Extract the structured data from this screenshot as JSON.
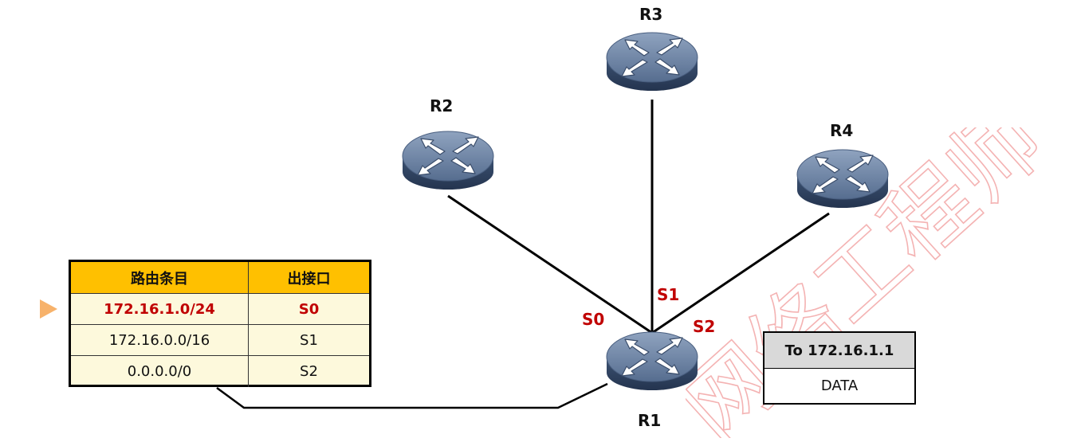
{
  "routers": {
    "r1": "R1",
    "r2": "R2",
    "r3": "R3",
    "r4": "R4"
  },
  "interfaces": {
    "s0": "S0",
    "s1": "S1",
    "s2": "S2"
  },
  "routing_table": {
    "headers": [
      "路由条目",
      "出接口"
    ],
    "rows": [
      {
        "route": "172.16.1.0/24",
        "iface": "S0",
        "highlighted": true
      },
      {
        "route": "172.16.0.0/16",
        "iface": "S1",
        "highlighted": false
      },
      {
        "route": "0.0.0.0/0",
        "iface": "S2",
        "highlighted": false
      }
    ]
  },
  "packet": {
    "header": "To 172.16.1.1",
    "payload": "DATA"
  },
  "watermark": "网络工程师",
  "colors": {
    "router_body": "#6e84a3",
    "router_dark": "#2f4260",
    "table_header": "#ffc000",
    "table_body": "#fdf9dc",
    "highlight_text": "#c00000",
    "pointer": "#f7b26b",
    "watermark": "#f4b3b3"
  }
}
